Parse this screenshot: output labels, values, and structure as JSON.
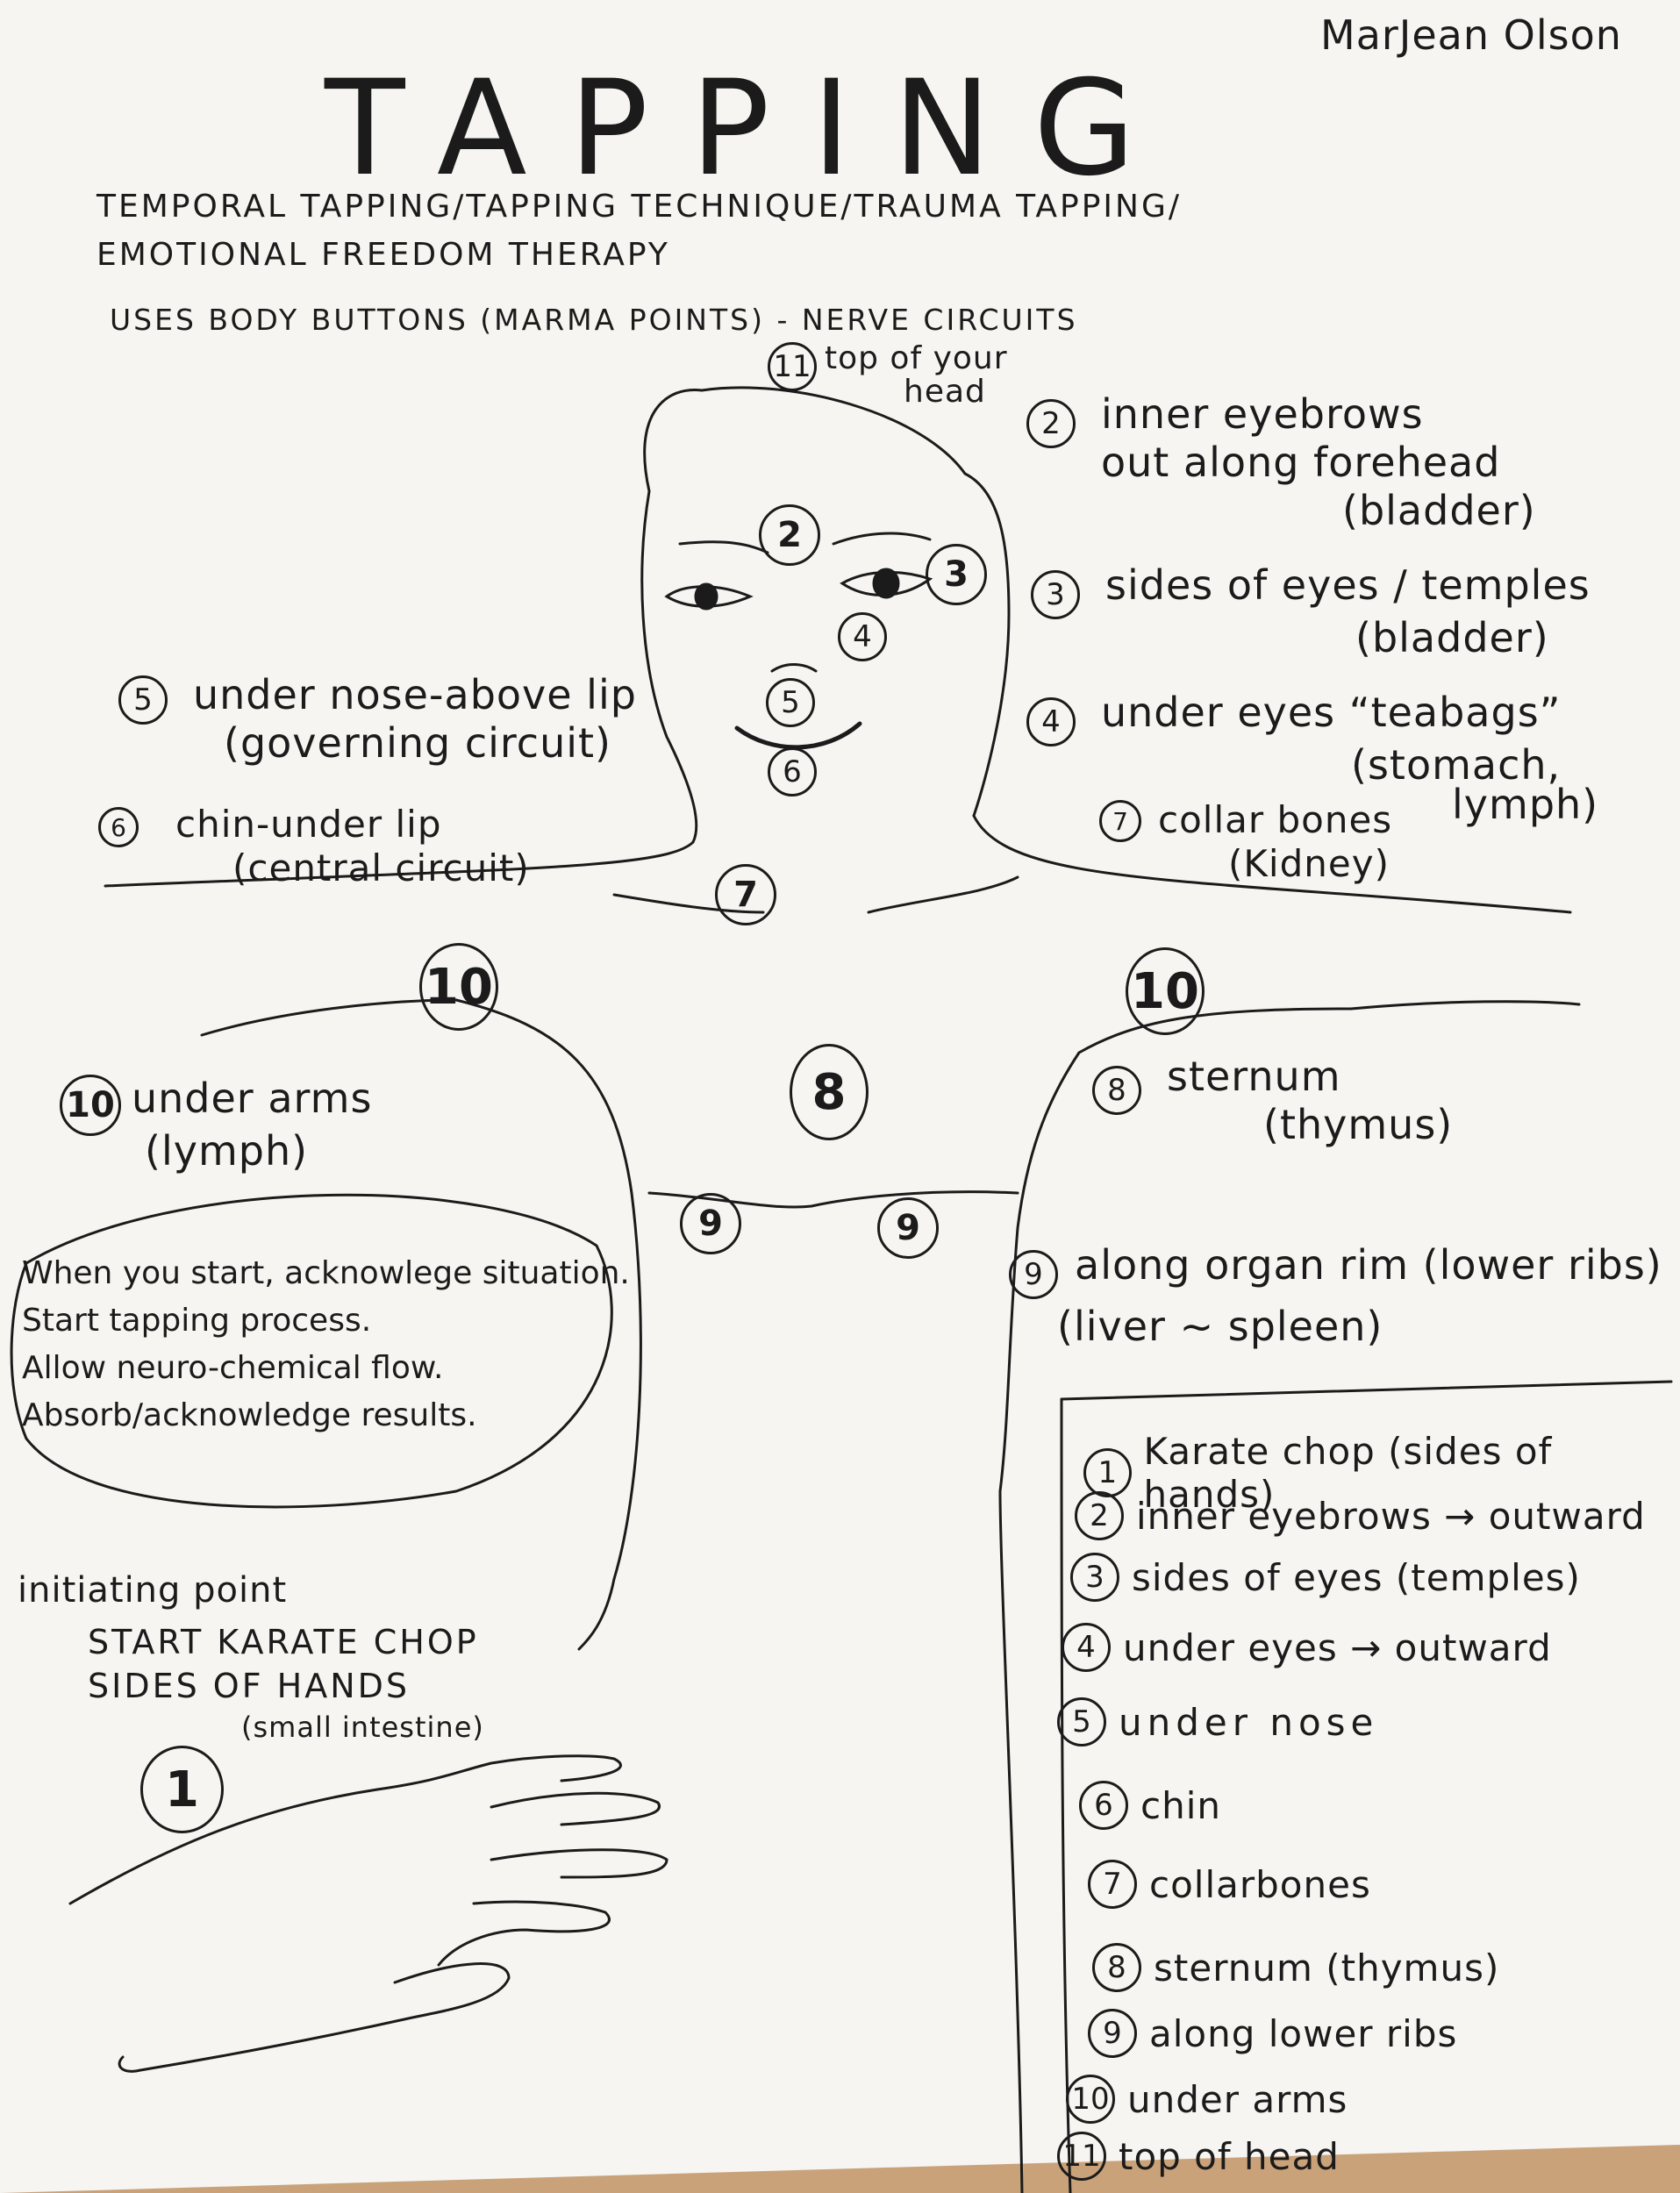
{
  "author": "MarJean Olson",
  "title": "TAPPING",
  "subtitle_lines": [
    "TEMPORAL TAPPING/TAPPING TECHNIQUE/TRAUMA TAPPING/",
    "EMOTIONAL FREEDOM THERAPY"
  ],
  "uses_line": "USES BODY BUTTONS (MARMA POINTS) - NERVE CIRCUITS",
  "body_point_numbers": [
    "11",
    "2",
    "3",
    "4",
    "5",
    "6",
    "7",
    "10",
    "10",
    "8",
    "9",
    "9",
    "1"
  ],
  "labels": {
    "p11": {
      "num": "11",
      "lines": [
        "top of your",
        "head"
      ]
    },
    "p2": {
      "num": "2",
      "lines": [
        "inner eyebrows",
        "out along forehead",
        "(bladder)"
      ]
    },
    "p3": {
      "num": "3",
      "lines": [
        "sides of eyes / temples",
        "(bladder)"
      ]
    },
    "p4": {
      "num": "4",
      "lines": [
        "under eyes “teabags”",
        "(stomach,",
        "lymph)"
      ]
    },
    "p5": {
      "num": "5",
      "lines": [
        "under nose-above lip",
        "(governing circuit)"
      ]
    },
    "p6": {
      "num": "6",
      "lines": [
        "chin-under lip",
        "(central circuit)"
      ]
    },
    "p7": {
      "num": "7",
      "lines": [
        "collar bones",
        "(Kidney)"
      ]
    },
    "p10": {
      "num": "10",
      "lines": [
        "under arms",
        "(lymph)"
      ]
    },
    "p8": {
      "num": "8",
      "lines": [
        "sternum",
        "(thymus)"
      ]
    },
    "p9": {
      "num": "9",
      "lines": [
        "along organ rim (lower ribs)",
        "(liver ~ spleen)"
      ]
    }
  },
  "note": [
    "When you start, acknowlege situation.",
    "Start tapping process.",
    "Allow neuro-chemical flow.",
    "Absorb/acknowledge results."
  ],
  "initiating": {
    "lines": [
      "initiating point",
      "START KARATE CHOP",
      "SIDES OF HANDS"
    ],
    "small": "(small intestine)",
    "num": "1"
  },
  "sequence": [
    {
      "num": "1",
      "text": "Karate chop (sides of hands)"
    },
    {
      "num": "2",
      "text": "inner eyebrows → outward"
    },
    {
      "num": "3",
      "text": "sides of eyes (temples)"
    },
    {
      "num": "4",
      "text": "under eyes → outward"
    },
    {
      "num": "5",
      "text": "under nose"
    },
    {
      "num": "6",
      "text": "chin"
    },
    {
      "num": "7",
      "text": "collarbones"
    },
    {
      "num": "8",
      "text": "sternum (thymus)"
    },
    {
      "num": "9",
      "text": "along lower ribs"
    },
    {
      "num": "10",
      "text": "under arms"
    },
    {
      "num": "11",
      "text": "top of head"
    }
  ]
}
